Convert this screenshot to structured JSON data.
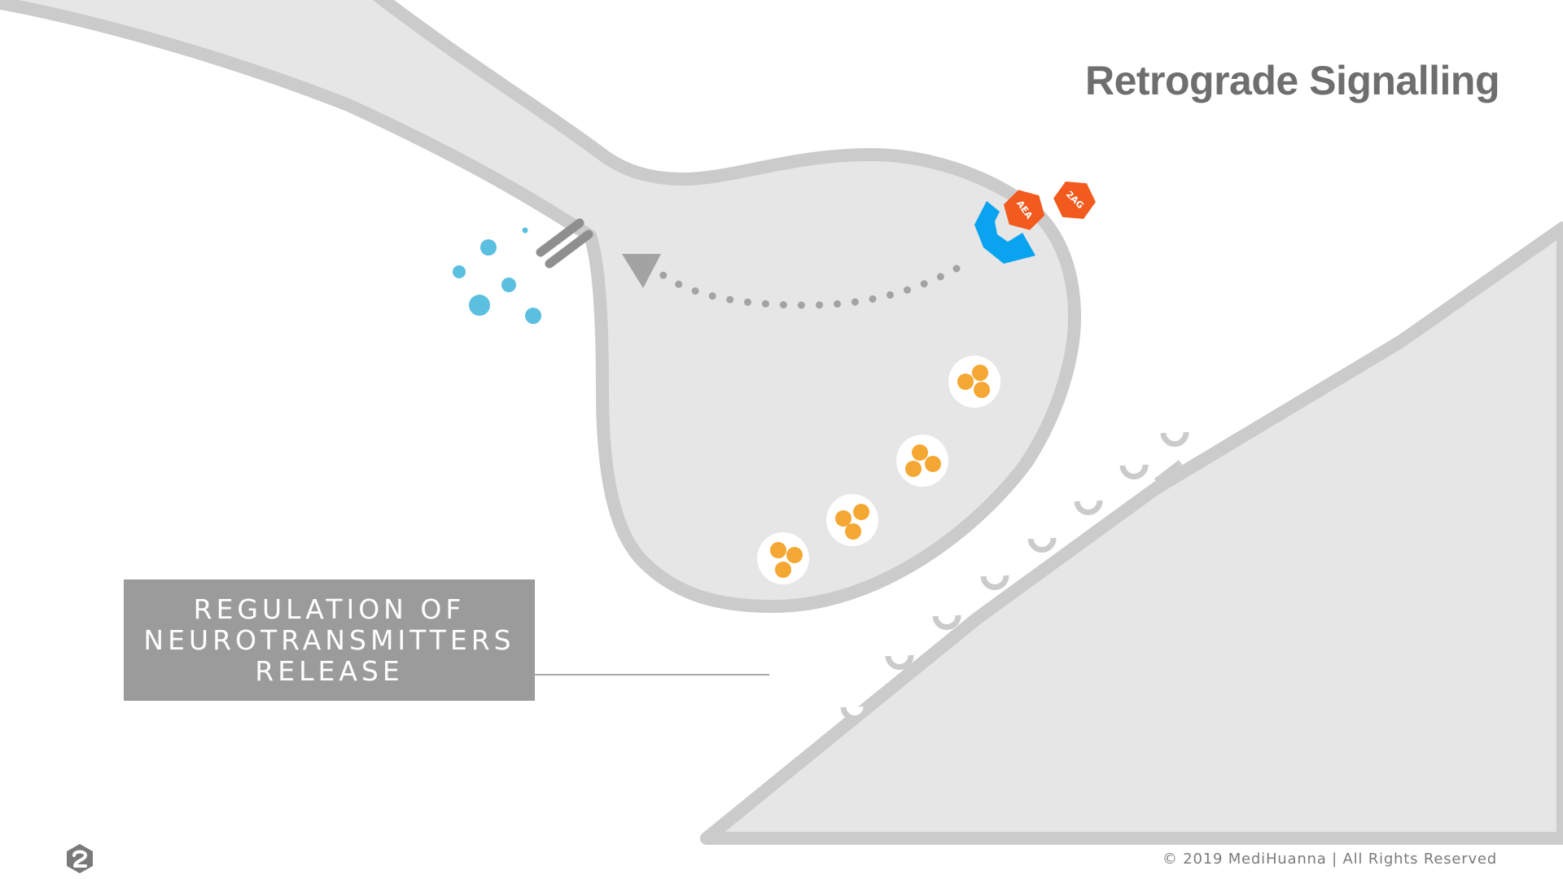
{
  "title": "Retrograde Signalling",
  "callout": {
    "lines": [
      "REGULATION OF",
      "NEUROTRANSMITTERS",
      "RELEASE"
    ]
  },
  "ligands": {
    "aea": "AEA",
    "two_ag": "2AG"
  },
  "footer": {
    "copyright": "© 2019 MediHuanna | All Rights Reserved"
  },
  "colors": {
    "membrane": "#cbcbcb",
    "cytoplasm": "#e6e6e6",
    "receptor": "#0aa3f0",
    "ligand": "#f25a1e",
    "vesicle_dot": "#f5a733",
    "neurotransmitter": "#5bbfe0",
    "channel": "#8f8f8f",
    "callout_bg": "#9b9b9b"
  },
  "icons": {
    "logo": "medihuanna-logo-icon",
    "arrow": "retrograde-arrow-icon"
  }
}
